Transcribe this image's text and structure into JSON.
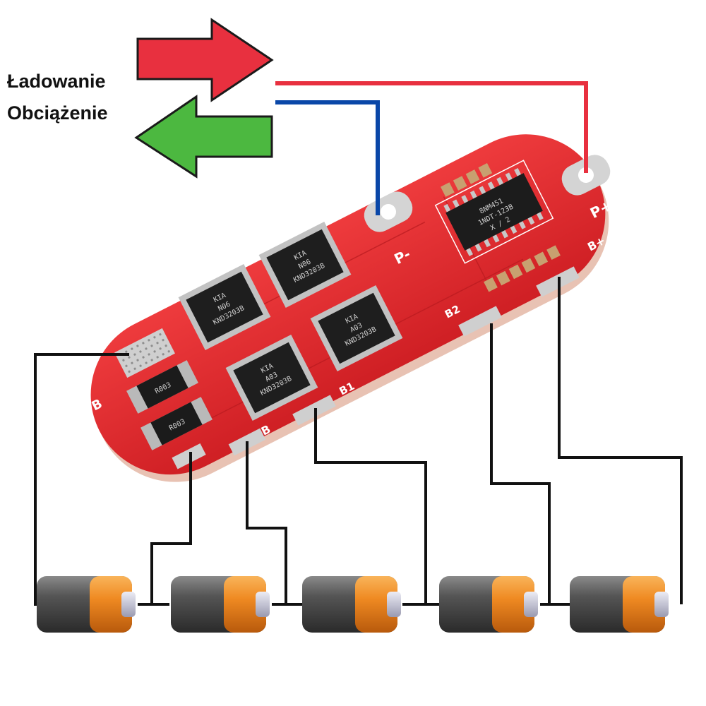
{
  "legend": {
    "charge_label": "Ładowanie",
    "load_label": "Obciążenie",
    "charge_arrow_color": "#e8303f",
    "load_arrow_color": "#4cb840"
  },
  "wires": {
    "charge_wire_color": "#e8303f",
    "load_wire_color": "#0a47a8",
    "cell_wire_color": "#111111"
  },
  "board": {
    "color": "#e0272b",
    "pad_labels": {
      "p_minus": "P-",
      "p_plus": "P+",
      "b_plus": "B+",
      "b2": "B2",
      "b1": "B1",
      "b_left": "B",
      "b_bottom": "B"
    },
    "ic_text": [
      "8NM451",
      "1NDT-123B",
      "X / 2"
    ],
    "mosfet_text": [
      "KIA",
      "N06",
      "A03",
      "KND3203B"
    ],
    "resistor_text": "R003"
  },
  "batteries": {
    "count": 5,
    "body_color": "#444444",
    "band_color": "#f08a24",
    "terminal_color": "#c4c4d8"
  }
}
